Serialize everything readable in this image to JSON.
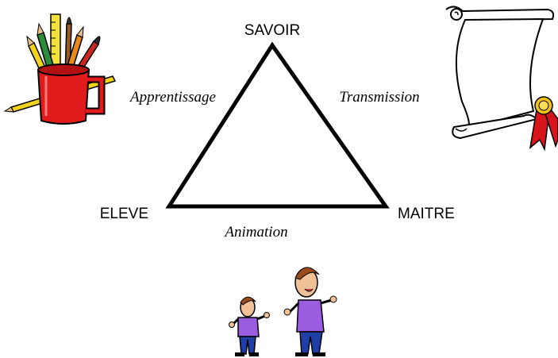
{
  "diagram": {
    "vertices": {
      "top": "SAVOIR",
      "left": "ELEVE",
      "right": "MAITRE"
    },
    "edges": {
      "left_side": "Apprentissage",
      "right_side": "Transmission",
      "bottom_side": "Animation"
    }
  },
  "illustrations": {
    "top_left": "pencil-cup-icon",
    "top_right": "diploma-scroll-icon",
    "bottom": "teacher-and-student-icon"
  }
}
